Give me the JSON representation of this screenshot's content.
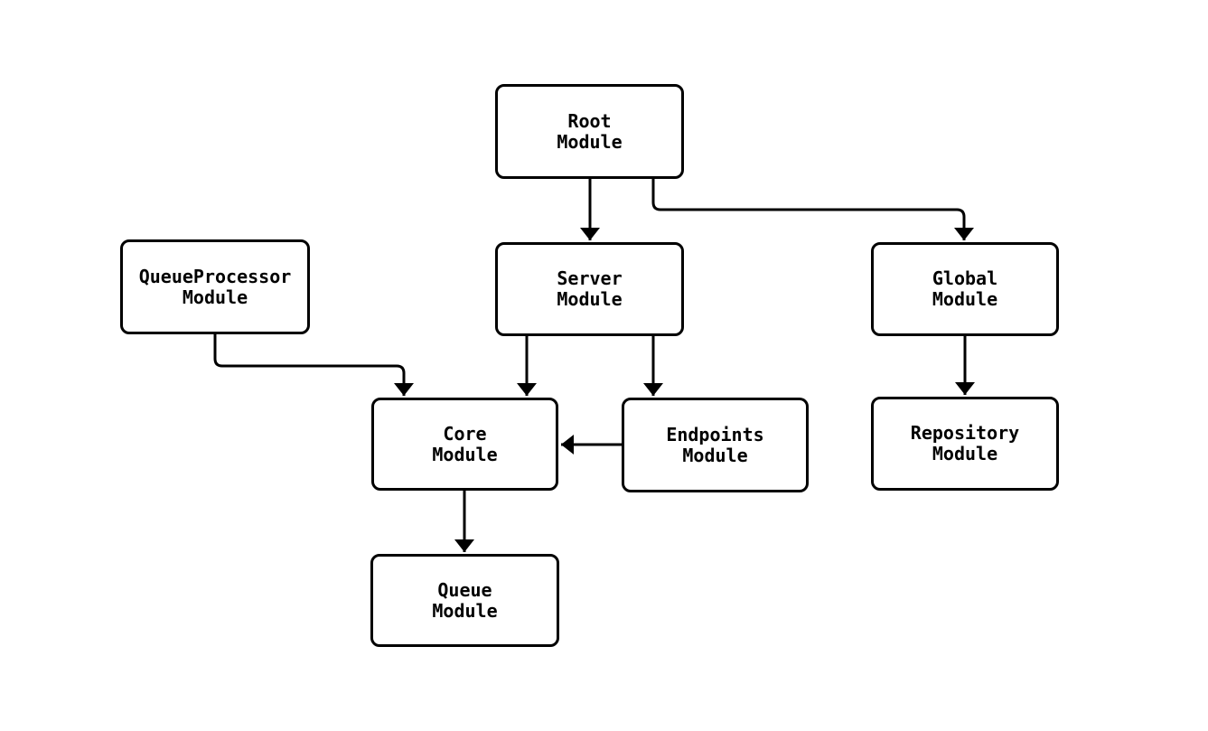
{
  "diagram": {
    "background_color": "#ffffff",
    "line_color": "#000000",
    "text_color": "#000000",
    "nodes": {
      "root": {
        "line1": "Root",
        "line2": "Module"
      },
      "queueprocessor": {
        "line1": "QueueProcessor",
        "line2": "Module"
      },
      "server": {
        "line1": "Server",
        "line2": "Module"
      },
      "global": {
        "line1": "Global",
        "line2": "Module"
      },
      "core": {
        "line1": "Core",
        "line2": "Module"
      },
      "endpoints": {
        "line1": "Endpoints",
        "line2": "Module"
      },
      "repository": {
        "line1": "Repository",
        "line2": "Module"
      },
      "queue": {
        "line1": "Queue",
        "line2": "Module"
      }
    },
    "edges": [
      {
        "from": "Root Module",
        "to": "Server Module"
      },
      {
        "from": "Root Module",
        "to": "Global Module"
      },
      {
        "from": "QueueProcessor Module",
        "to": "Core Module"
      },
      {
        "from": "Server Module",
        "to": "Core Module"
      },
      {
        "from": "Server Module",
        "to": "Endpoints Module"
      },
      {
        "from": "Endpoints Module",
        "to": "Core Module"
      },
      {
        "from": "Global Module",
        "to": "Repository Module"
      },
      {
        "from": "Core Module",
        "to": "Queue Module"
      }
    ]
  }
}
